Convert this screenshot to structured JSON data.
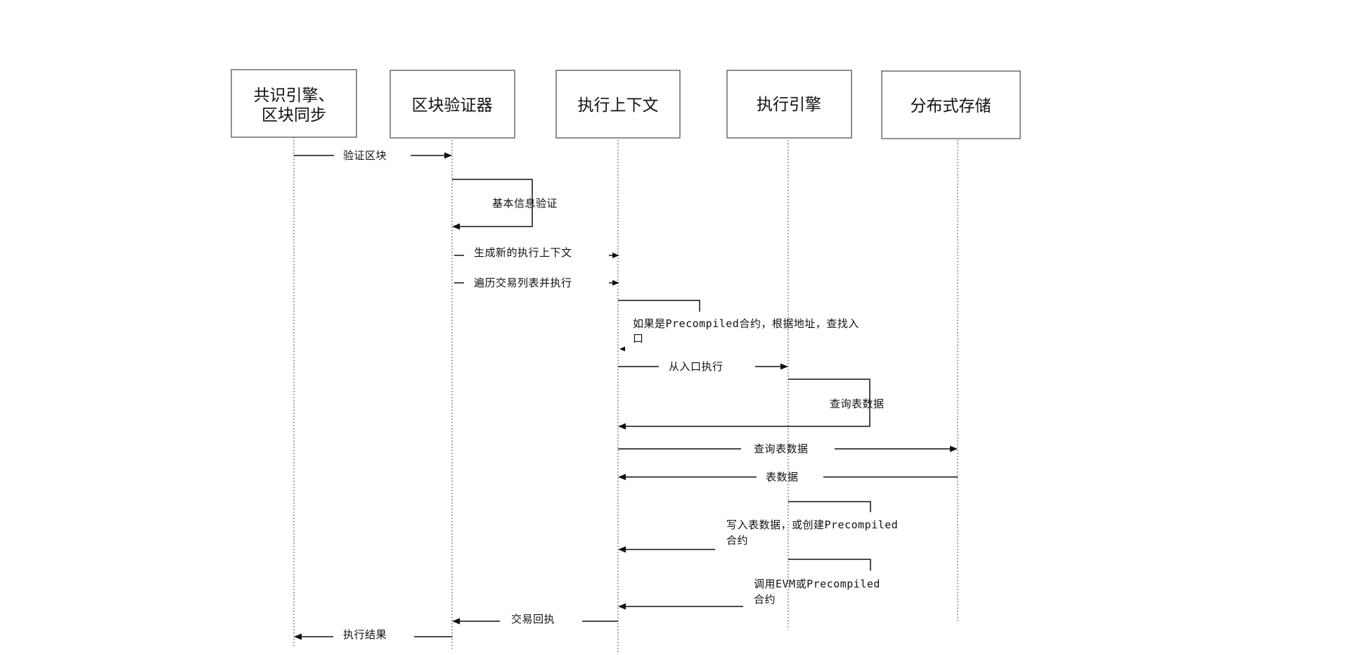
{
  "participants": [
    {
      "id": "consensus",
      "lines": [
        "共识引擎、",
        "区块同步"
      ]
    },
    {
      "id": "validator",
      "lines": [
        "区块验证器"
      ]
    },
    {
      "id": "context",
      "lines": [
        "执行上下文"
      ]
    },
    {
      "id": "engine",
      "lines": [
        "执行引擎"
      ]
    },
    {
      "id": "storage",
      "lines": [
        "分布式存储"
      ]
    }
  ],
  "messages": [
    {
      "id": "verify-block",
      "lines": [
        "验证区块"
      ]
    },
    {
      "id": "basic-info-verify",
      "lines": [
        "基本信息验证"
      ]
    },
    {
      "id": "create-context",
      "lines": [
        "生成新的执行上下文"
      ]
    },
    {
      "id": "iterate-tx",
      "lines": [
        "遍历交易列表并执行"
      ]
    },
    {
      "id": "find-entry",
      "lines": [
        "如果是Precompiled合约，根据地址，查找入",
        "口"
      ]
    },
    {
      "id": "execute-from-entry",
      "lines": [
        "从入口执行"
      ]
    },
    {
      "id": "query-table-self",
      "lines": [
        "查询表数据"
      ]
    },
    {
      "id": "query-table-storage",
      "lines": [
        "查询表数据"
      ]
    },
    {
      "id": "table-data",
      "lines": [
        "表数据"
      ]
    },
    {
      "id": "write-table",
      "lines": [
        "写入表数据，或创建Precompiled",
        "合约"
      ]
    },
    {
      "id": "call-evm",
      "lines": [
        "调用EVM或Precompiled",
        "合约"
      ]
    },
    {
      "id": "tx-receipt",
      "lines": [
        "交易回执"
      ]
    },
    {
      "id": "exec-result",
      "lines": [
        "执行结果"
      ]
    }
  ]
}
